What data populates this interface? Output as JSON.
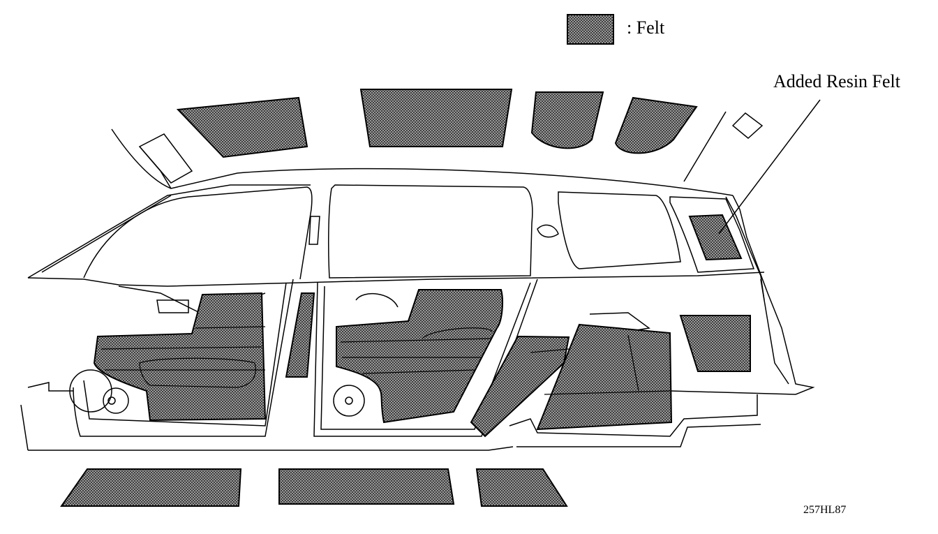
{
  "legend": {
    "pattern_name": "crosshatch-dot-pattern",
    "label": ": Felt"
  },
  "callout": {
    "label": "Added Resin Felt"
  },
  "figure": {
    "code": "257HL87"
  },
  "colors": {
    "line": "#000000",
    "felt_base": "#8f8f8f",
    "felt_dot": "#4a4a4a",
    "background": "#ffffff"
  }
}
